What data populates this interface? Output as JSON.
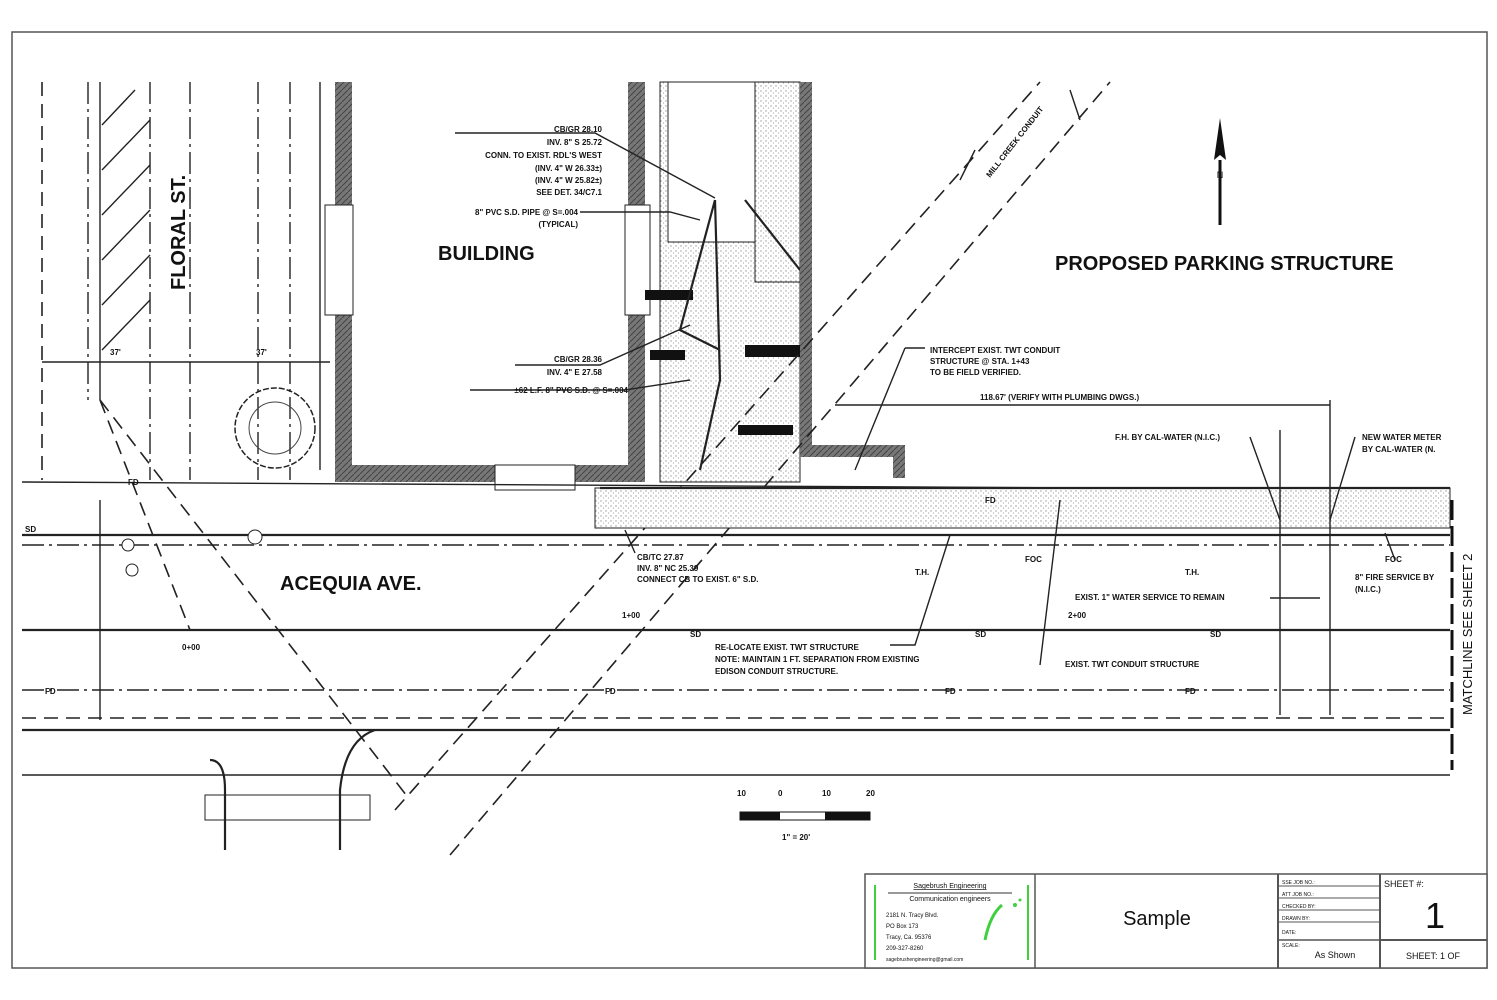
{
  "streets": {
    "floral": "FLORAL ST.",
    "acequia": "ACEQUIA AVE."
  },
  "areas": {
    "building": "BUILDING",
    "parking": "PROPOSED PARKING STRUCTURE",
    "conduit": "MILL CREEK CONDUIT"
  },
  "notes": {
    "cb_top": [
      "CB/GR 28.10",
      "INV. 8\" S 25.72",
      "CONN. TO EXIST. RDL'S WEST",
      "(INV. 4\" W 26.33±)",
      "(INV. 4\" W 25.82±)",
      "SEE DET. 34/C7.1"
    ],
    "pipe": [
      "8\" PVC S.D. PIPE @ S=.004",
      "(TYPICAL)"
    ],
    "cb_mid": [
      "CB/GR 28.36",
      "INV. 4\" E 27.58",
      "±62 L.F. 8\" PVC S.D. @ S=.004"
    ],
    "cb_low": [
      "CB/TC 27.87",
      "INV. 8\" NC 25.39",
      "CONNECT CB TO EXIST. 6\" S.D."
    ],
    "intercept": [
      "INTERCEPT EXIST. TWT CONDUIT",
      "STRUCTURE @ STA. 1+43",
      "TO BE FIELD VERIFIED."
    ],
    "dimension": "118.67' (VERIFY WITH PLUMBING DWGS.)",
    "fh": "F.H. BY CAL-WATER (N.I.C.)",
    "meter": [
      "NEW WATER METER",
      "BY CAL-WATER (N."
    ],
    "relocate": [
      "RE-LOCATE EXIST. TWT STRUCTURE",
      "NOTE: MAINTAIN 1 FT. SEPARATION FROM EXISTING",
      "EDISON CONDUIT STRUCTURE."
    ],
    "twt": "EXIST. TWT CONDUIT STRUCTURE",
    "water_service": "EXIST. 1\" WATER SERVICE TO REMAIN",
    "fire": [
      "8\" FIRE SERVICE BY",
      "(N.I.C.)"
    ],
    "foc": "FOC",
    "th": "T.H.",
    "sta1": "1+00",
    "sta2": "2+00",
    "sta0": "0+00",
    "dim37": "37'",
    "matchline": "MATCHLINE  SEE  SHEET 2"
  },
  "line_tags": {
    "sd": "SD",
    "fd": "FD"
  },
  "scale_bar": {
    "ticks": [
      "10",
      "0",
      "10",
      "20"
    ],
    "label": "1\" = 20'"
  },
  "north_arrow": "N",
  "title_block": {
    "company": "Sagebrush Engineering",
    "subtitle": "Communication engineers",
    "address": [
      "2181 N. Tracy Blvd.",
      "PO Box 173",
      "Tracy, Ca. 95376",
      "209-327-8260",
      "sagebrushengineering@gmail.com"
    ],
    "title": "Sample",
    "fields": [
      "SSE JOB NO.:",
      "ATT JOB NO.:",
      "CHECKED BY:",
      "DRAWN BY:",
      "DATE:"
    ],
    "scale_label": "SCALE:",
    "scale_value": "As Shown",
    "sheet_label": "SHEET #:",
    "sheet_number": "1",
    "sheet_of": "SHEET: 1 OF"
  },
  "colors": {
    "accent_green": "#3fcf3f",
    "wall_gray": "#777777"
  }
}
